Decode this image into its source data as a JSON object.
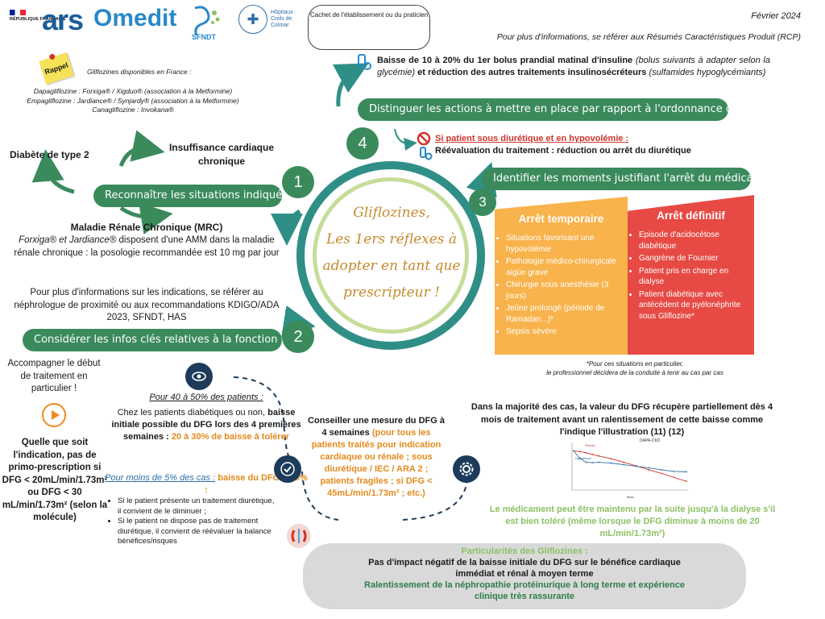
{
  "header": {
    "logo_rf": "RÉPUBLIQUE FRANÇAISE",
    "logo_ars": "ars",
    "logo_omedit": "Omedit",
    "logo_sfndt": "SFNDT",
    "logo_hcc": "Hôpitaux Civils de Colmar",
    "cachet": "Cachet de l'établissement ou du praticien",
    "date": "Février 2024",
    "rcp": "Pour plus d'informations, se référer aux Résumés Caractéristiques Produit (RCP)"
  },
  "rappel": {
    "postit": "Rappel",
    "title": "Gliflozines disponibles en France :",
    "items": [
      "Dapagliflozine : Forxiga® / Xigduo® (association à la Metformine)",
      "Empagliflozine : Jardiance® / Synjardy® (association à la Metformine)",
      "Canagliflozine : Invokana®"
    ]
  },
  "center": {
    "line1": "Gliflozines,",
    "line2": "Les 1ers réflexes à",
    "line3": "adopter en tant que",
    "line4": "prescripteur !"
  },
  "steps": {
    "s1_num": "1",
    "s1_label": "Reconnaître les situations  indiquées",
    "s2_num": "2",
    "s2_label": "Considérer les infos clés relatives à la fonction rénale",
    "s3_num": "3",
    "s3_label": "Identifier les moments justifiant l'arrêt du médicament",
    "s4_num": "4",
    "s4_label": "Distinguer les actions à mettre en place par rapport à l'ordonnance du patient"
  },
  "indications": {
    "dt2": "Diabète de type 2",
    "ic": "Insuffisance cardiaque chronique",
    "mrc_title": "Maladie Rénale Chronique (MRC)",
    "mrc_text_a": "Forxiga® et Jardiance®",
    "mrc_text_b": " disposent d'une AMM dans la maladie rénale chronique : la posologie recommandée est 10 mg par jour",
    "mrc_info": "Pour plus d'informations sur les indications, se référer au néphrologue de proximité ou aux recommandations KDIGO/ADA 2023, SFNDT, HAS"
  },
  "ordonnance": {
    "bolus_a": "Baisse de 10 à 20% du 1er bolus prandial matinal d'insuline",
    "bolus_b": "(bolus suivants à adapter selon la glycémie)",
    "bolus_c": "et réduction des autres traitements insulinosécréteurs",
    "bolus_d": "(sulfamides hypoglycémiants)",
    "diur_title": "Si patient sous diurétique et en hypovolémie :",
    "diur_text": "Réévaluation du traitement : réduction ou arrêt du diurétique"
  },
  "arret": {
    "temp_title": "Arrêt temporaire",
    "temp_items": [
      "Situations favorisant une hypovolémie",
      "Pathologie médico-chirurgicale aigüe grave",
      "Chirurgie sous anesthésie (3 jours)",
      "Jeûne prolongé (période de Ramadan...)*",
      "Sepsis sévère"
    ],
    "def_title": "Arrêt définitif",
    "def_items": [
      "Episode d'acidocétose diabétique",
      "Gangrène de Fournier",
      "Patient pris en charge en dialyse",
      "Patient diabétique avec antécédent de pyélonéphrite sous Gliflozine*"
    ],
    "note_1": "*Pour ces situations en particulier,",
    "note_2": "le professionnel décidera de la conduite à tenir au cas par cas"
  },
  "renal": {
    "acc": "Accompagner le début de traitement en particulier !",
    "quelle": "Quelle que soit l'indication, pas de primo-prescription si DFG < 20mL/min/1.73m² ou DFG < 30 mL/min/1.73m² (selon la molécule)",
    "pct40_h": "Pour 40 à 50% des patients :",
    "pct40_a": "Chez les patients diabétiques ou non, ",
    "pct40_b": "baisse initiale possible du DFG lors des 4 premières semaines : ",
    "pct40_c": "20 à 30% de baisse à tolérer",
    "pct5_h": "Pour moins de 5% des cas :",
    "pct5_b": " baisse du DFG > 30% :",
    "pct5_items": [
      "Si le patient présente un traitement diurétique, il convient de le diminuer ;",
      "Si le patient ne dispose pas de traitement diurétique, il convient de réévaluer la balance bénéfices/risques"
    ],
    "conseil_a": "Conseiller une mesure du DFG à 4 semaines ",
    "conseil_b": "(pour tous les patients traités pour indication cardiaque ou rénale ; sous diurétique / IEC / ARA 2 ; patients fragiles ; si DFG < 45mL/min/1.73m² ; etc.)",
    "dfg_title": "Dans la majorité des cas, la valeur du DFG récupère partiellement dès 4 mois de traitement avant un ralentissement de cette baisse comme l'indique l'illustration (11) (12)",
    "dfg_green": "Le médicament peut être maintenu par la suite jusqu'à la dialyse s'il est bien toléré (même lorsque le DFG diminue à moins de 20 mL/min/1.73m²)"
  },
  "particularites": {
    "title": "Particularités des Gliflozines :",
    "line1": "Pas d'impact négatif de la baisse initiale du DFG sur le bénéfice cardiaque immédiat et rénal à moyen terme",
    "line2": "Ralentissement de la néphropathie protéinurique à long terme et expérience clinique très rassurante"
  },
  "colors": {
    "green": "#3a8a5c",
    "teal": "#2f8f86",
    "light_green": "#8cc063",
    "orange": "#f8b34c",
    "red": "#e74a44",
    "navy": "#1d3b5a"
  },
  "icons": {
    "step4": "medication-icon",
    "diur": "no-entry-icon",
    "eye": "eye-icon",
    "play": "play-icon",
    "check": "check-icon",
    "gear": "gear-icon",
    "kidney": "kidney-icon"
  },
  "chart_data": {
    "type": "line",
    "title": "DAPA-CKD",
    "x": [
      0,
      2,
      4,
      6,
      8,
      12,
      16,
      20,
      24,
      28,
      32,
      36
    ],
    "series": [
      {
        "name": "Placebo",
        "values": [
          43.5,
          43.3,
          43.0,
          42.6,
          42.2,
          41.5,
          40.6,
          39.7,
          38.7,
          37.8,
          36.8,
          35.8
        ]
      },
      {
        "name": "Dapagliflozin",
        "values": [
          43.5,
          41.6,
          40.6,
          40.5,
          40.6,
          40.4,
          40.0,
          39.6,
          39.2,
          38.7,
          38.3,
          38.2
        ]
      }
    ],
    "xlabel": "Mois",
    "ylabel": "",
    "ylim": [
      34,
      45
    ]
  }
}
